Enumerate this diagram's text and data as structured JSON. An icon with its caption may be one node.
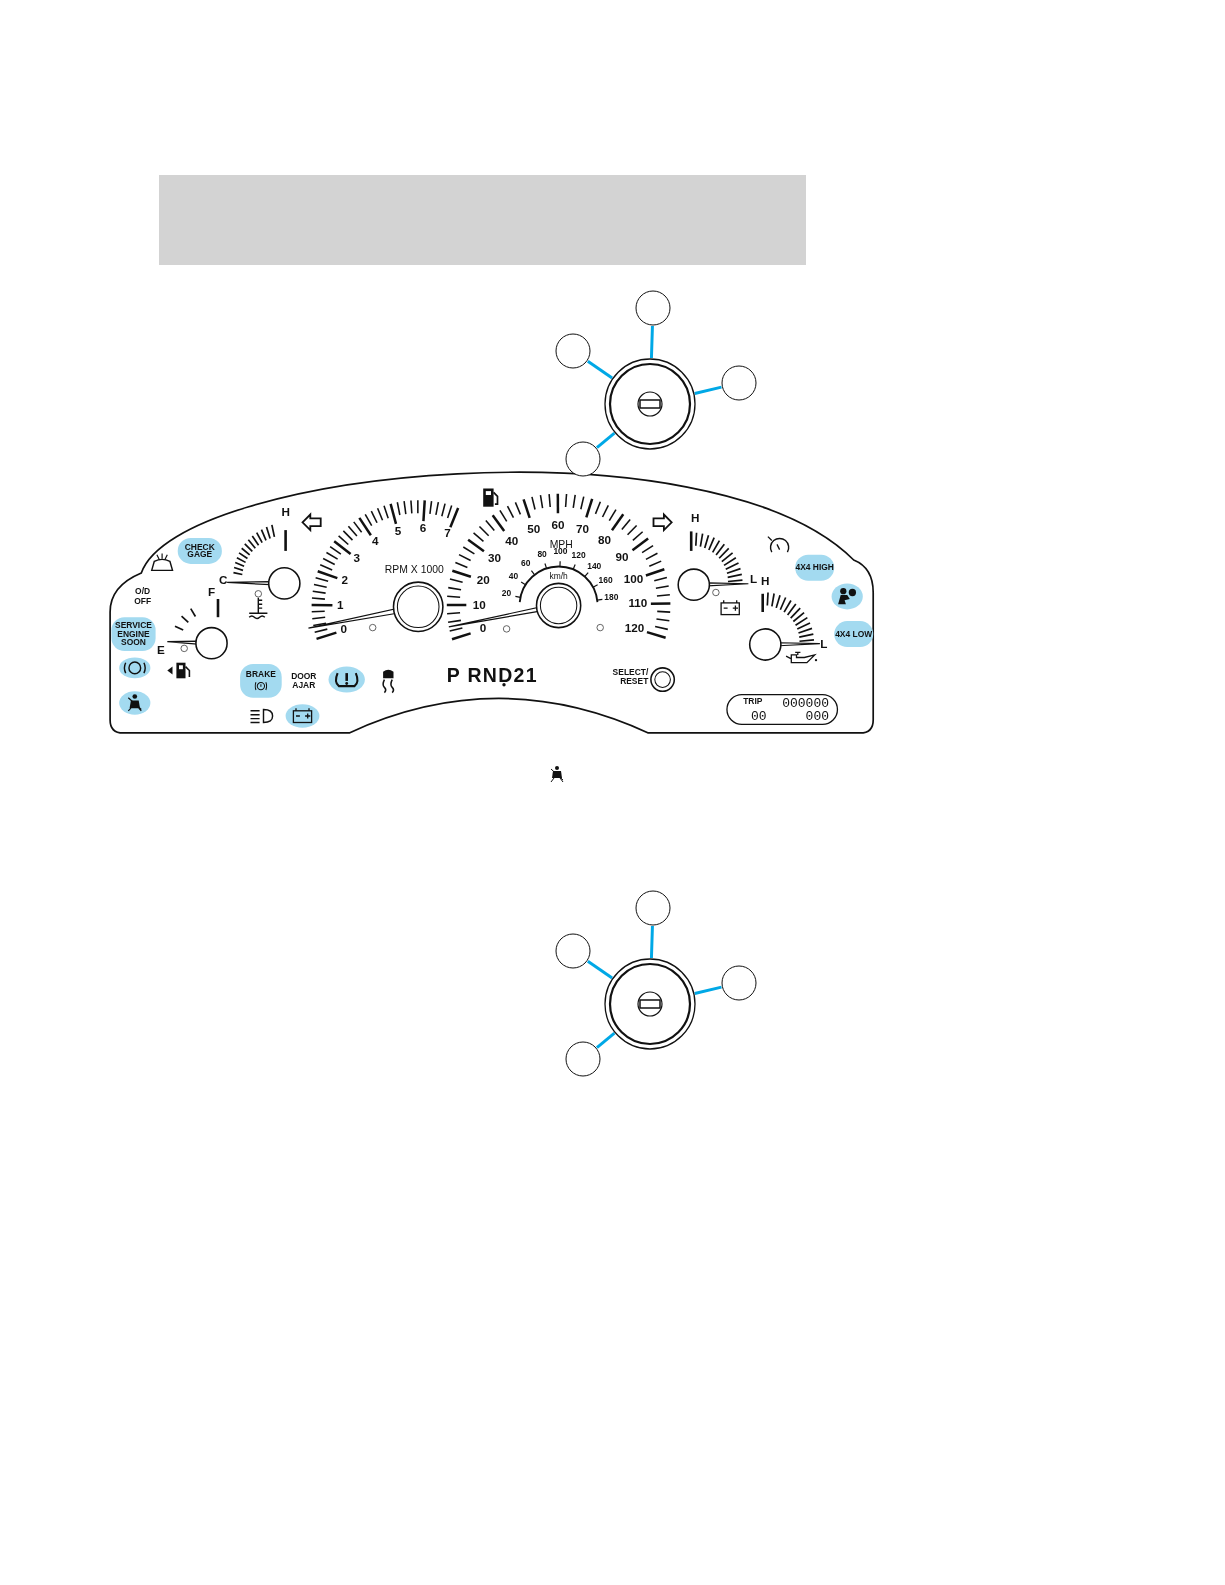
{
  "diagram": {
    "nodes": [
      {
        "text": [],
        "shape": "circle"
      },
      {
        "text": [],
        "shape": "circle"
      },
      {
        "text": [],
        "shape": "circle"
      },
      {
        "text": [],
        "shape": "circle"
      },
      {
        "text": [],
        "shape": "circle"
      },
      {
        "text": [
          "CHECK GAGE"
        ]
      },
      {
        "text": [
          "4X4 HIGH"
        ]
      },
      {
        "text": [
          "SERVICE ENGINE SOON"
        ]
      },
      {
        "text": [
          "4X4 LOW"
        ]
      },
      {
        "text": [
          "BRAKE"
        ]
      },
      {
        "text": [
          "TRIP",
          "000000",
          "00",
          "000"
        ]
      },
      {
        "text": [],
        "shape": "circle"
      },
      {
        "text": [],
        "shape": "circle"
      },
      {
        "text": [],
        "shape": "circle"
      },
      {
        "text": [],
        "shape": "circle"
      },
      {
        "text": [],
        "shape": "circle"
      }
    ],
    "edges": [
      {
        "from": 0,
        "to": 1,
        "arrow": "none"
      },
      {
        "from": 0,
        "to": 2,
        "arrow": "none"
      },
      {
        "from": 0,
        "to": 3,
        "arrow": "none"
      },
      {
        "from": 0,
        "to": 4,
        "arrow": "none"
      },
      {
        "from": 11,
        "to": 12,
        "arrow": "none"
      },
      {
        "from": 11,
        "to": 13,
        "arrow": "none"
      },
      {
        "from": 11,
        "to": 14,
        "arrow": "none"
      },
      {
        "from": 11,
        "to": 15,
        "arrow": "none"
      }
    ],
    "labels": [
      "C",
      "H",
      "O/D OFF",
      "F",
      "E",
      "0",
      "1",
      "2",
      "3",
      "4",
      "5",
      "6",
      "7",
      "RPM X 1000",
      "0",
      "10",
      "20",
      "30",
      "40",
      "50",
      "60",
      "70",
      "80",
      "90",
      "100",
      "110",
      "120",
      "MPH",
      "20",
      "40",
      "60",
      "80",
      "100",
      "120",
      "140",
      "160",
      "180",
      "km/h",
      "H",
      "L",
      "H",
      "L",
      "DOOR AJAR",
      "P RND21",
      "SELECT/ RESET"
    ]
  }
}
